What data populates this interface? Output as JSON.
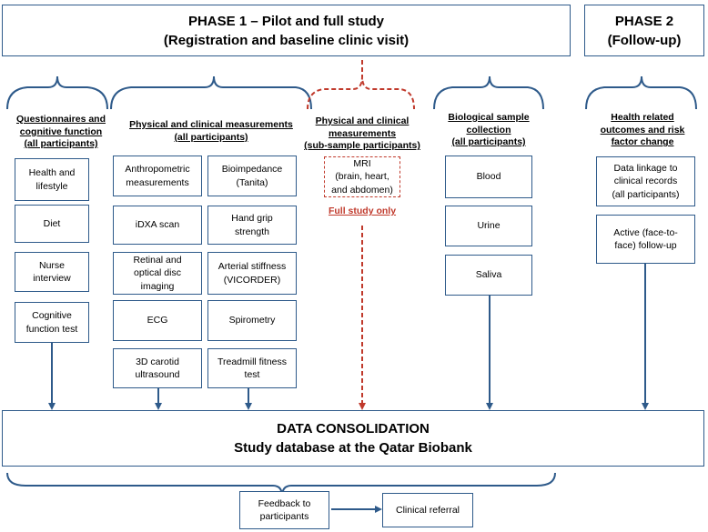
{
  "phase1": {
    "line1": "PHASE 1 – Pilot and full study",
    "line2": "(Registration and baseline clinic visit)"
  },
  "phase2": {
    "line1": "PHASE 2",
    "line2": "(Follow-up)"
  },
  "columns": {
    "questionnaires": {
      "title1": "Questionnaires and",
      "title2": "cognitive function",
      "title3": "(all participants)",
      "items": [
        [
          "Health and",
          "lifestyle"
        ],
        [
          "Diet"
        ],
        [
          "Nurse",
          "interview"
        ],
        [
          "Cognitive",
          "function test"
        ]
      ]
    },
    "physical": {
      "title1": "Physical and clinical measurements",
      "title2": "(all participants)",
      "left": [
        [
          "Anthropometric",
          "measurements"
        ],
        [
          "iDXA scan"
        ],
        [
          "Retinal and",
          "optical disc",
          "imaging"
        ],
        [
          "ECG"
        ],
        [
          "3D carotid",
          "ultrasound"
        ]
      ],
      "right": [
        [
          "Bioimpedance",
          "(Tanita)"
        ],
        [
          "Hand grip",
          "strength"
        ],
        [
          "Arterial stiffness",
          "(VICORDER)"
        ],
        [
          "Spirometry"
        ],
        [
          "Treadmill  fitness",
          "test"
        ]
      ]
    },
    "subsample": {
      "title1": "Physical and clinical",
      "title2": "measurements",
      "title3": "(sub-sample participants)",
      "mri": [
        "MRI",
        "(brain, heart,",
        "and abdomen)"
      ],
      "note": "Full study only"
    },
    "biological": {
      "title1": "Biological sample",
      "title2": "collection",
      "title3": "(all participants)",
      "items": [
        [
          "Blood"
        ],
        [
          "Urine"
        ],
        [
          "Saliva"
        ]
      ]
    },
    "health": {
      "title1": "Health related",
      "title2": "outcomes and risk",
      "title3": "factor change",
      "items": [
        [
          "Data linkage to",
          "clinical records",
          "(all participants)"
        ],
        [
          "Active (face-to-",
          "face) follow-up"
        ]
      ]
    }
  },
  "consolidation": {
    "line1": "DATA CONSOLIDATION",
    "line2": "Study database at the Qatar Biobank"
  },
  "feedback": [
    "Feedback to",
    "participants"
  ],
  "referral": "Clinical referral",
  "colors": {
    "line": "#2e5a8a",
    "dashed": "#c0392b"
  }
}
